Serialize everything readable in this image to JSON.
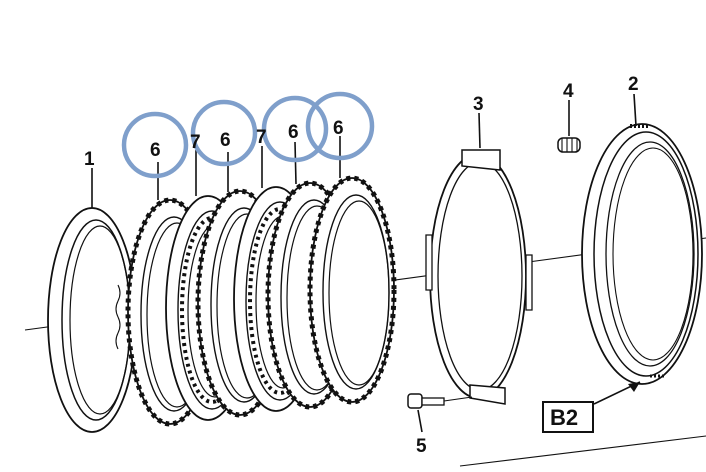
{
  "callouts": {
    "p1": "1",
    "p2": "2",
    "p3": "3",
    "p4": "4",
    "p5": "5",
    "p6a": "6",
    "p6b": "6",
    "p6c": "6",
    "p6d": "6",
    "p7a": "7",
    "p7b": "7"
  },
  "reference": {
    "label": "B2"
  },
  "colors": {
    "highlight": "#7f9fcb",
    "line": "#111111",
    "background": "#ffffff"
  }
}
